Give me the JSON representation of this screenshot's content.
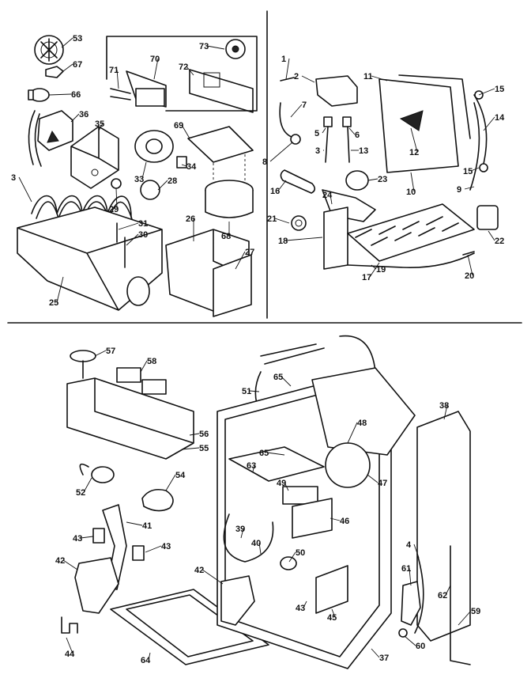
{
  "diagram": {
    "callouts": [
      "53",
      "67",
      "66",
      "36",
      "35",
      "3",
      "31",
      "30",
      "25",
      "70",
      "71",
      "72",
      "73",
      "69",
      "33",
      "29",
      "28",
      "34",
      "26",
      "27",
      "68",
      "1",
      "2",
      "7",
      "8",
      "5",
      "3",
      "6",
      "13",
      "11",
      "12",
      "10",
      "15",
      "14",
      "15",
      "9",
      "16",
      "23",
      "24",
      "21",
      "18",
      "19",
      "17",
      "22",
      "20",
      "57",
      "58",
      "56",
      "55",
      "51",
      "65",
      "48",
      "65",
      "63",
      "49",
      "47",
      "46",
      "52",
      "54",
      "41",
      "43",
      "43",
      "42",
      "39",
      "40",
      "50",
      "42",
      "43",
      "45",
      "44",
      "64",
      "38",
      "4",
      "61",
      "62",
      "59",
      "60",
      "37"
    ]
  }
}
